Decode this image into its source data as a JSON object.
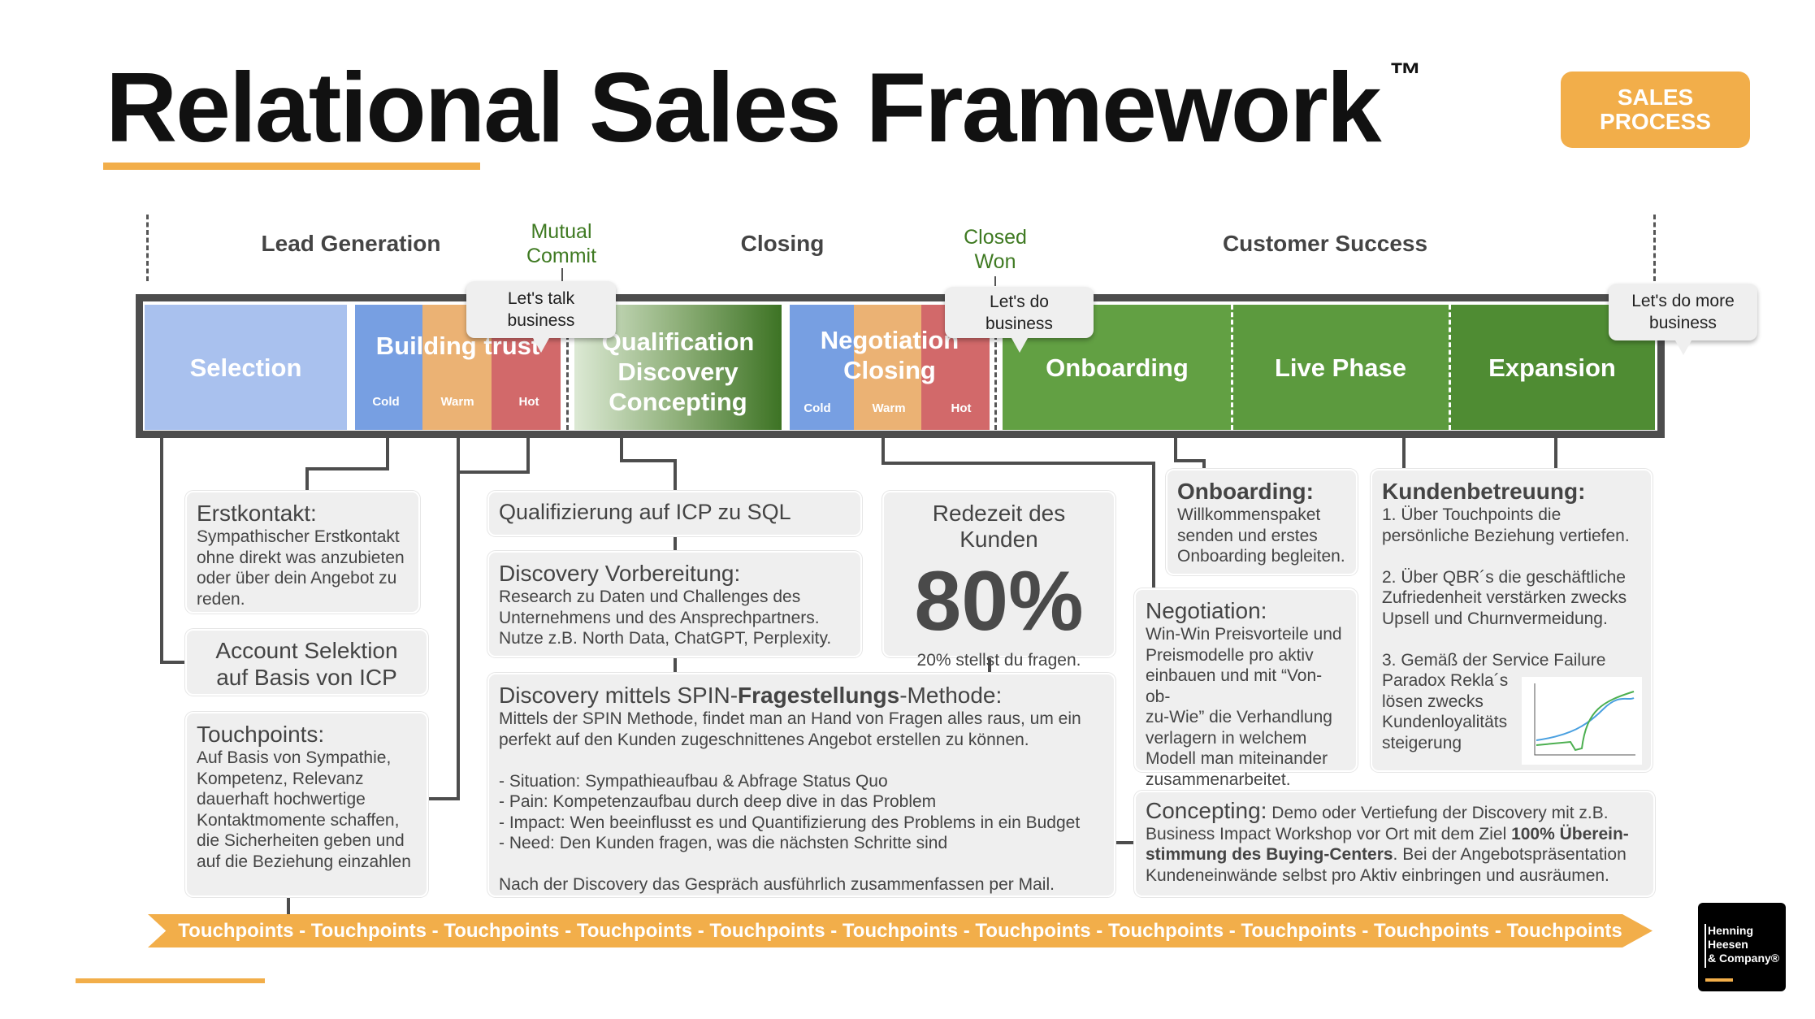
{
  "title": "Relational Sales Framework",
  "trademark": "™",
  "badge": "SALES\nPROCESS",
  "phases": {
    "lead": "Lead Generation",
    "closing": "Closing",
    "success": "Customer Success"
  },
  "milestones": {
    "mutual": "Mutual\nCommit",
    "won": "Closed\nWon"
  },
  "stages": {
    "selection": "Selection",
    "building": "Building trust",
    "qualification": "Qualification\nDiscovery\nConcepting",
    "negotiation": "Negotiation\nClosing",
    "onboarding": "Onboarding",
    "live": "Live Phase",
    "expansion": "Expansion"
  },
  "temps": {
    "cold": "Cold",
    "warm": "Warm",
    "hot": "Hot"
  },
  "bubbles": {
    "talk": "Let's talk\nbusiness",
    "do": "Let's do\nbusiness",
    "more": "Let's do more\nbusiness"
  },
  "boxes": {
    "erstkontakt": {
      "title": "Erstkontakt:",
      "text": "Sympathischer Erstkontakt\nohne direkt was anzubieten\noder über dein Angebot zu\nreden."
    },
    "account": "Account Selektion\nauf Basis von ICP",
    "touchpoints": {
      "title": "Touchpoints:",
      "text": "Auf Basis von Sympathie,\nKompetenz, Relevanz\ndauerhaft hochwertige\nKontaktmomente schaffen,\ndie Sicherheiten geben und\nauf die Beziehung einzahlen"
    },
    "qualifizierung": "Qualifizierung auf ICP zu SQL",
    "vorbereitung": {
      "title": "Discovery Vorbereitung:",
      "text": "Research zu Daten und Challenges des\nUnternehmens und des Ansprechpartners.\nNutze z.B. North Data, ChatGPT, Perplexity."
    },
    "redezeit": {
      "title": "Redezeit des Kunden",
      "value": "80%",
      "text": "20% stellst du fragen."
    },
    "spin": {
      "title_a": "Discovery mittels SPIN-",
      "title_b": "Fragestellungs",
      "title_c": "-Methode:",
      "text": "Mittels der SPIN Methode, findet man an Hand von Fragen alles raus, um ein\nperfekt auf den Kunden zugeschnittenes Angebot erstellen zu können.\n\n- Situation: Sympathieaufbau & Abfrage Status Quo\n- Pain: Kompetenzaufbau durch deep dive in das Problem\n- Impact: Wen beeinflusst es und Quantifizierung des Problems in ein Budget\n- Need: Den Kunden fragen, was die nächsten Schritte sind\n\nNach der Discovery das Gespräch ausführlich zusammenfassen per Mail."
    },
    "onboarding": {
      "title": "Onboarding:",
      "text": "Willkommenspaket\nsenden und erstes\nOnboarding begleiten."
    },
    "negotiation": {
      "title": "Negotiation:",
      "text": "Win-Win Preisvorteile und\nPreismodelle pro aktiv\neinbauen und mit “Von-ob-\nzu-Wie” die Verhandlung\nverlagern in welchem\nModell man miteinander\nzusammenarbeitet."
    },
    "kunden": {
      "title": "Kundenbetreuung:",
      "text": "1. Über Touchpoints die\npersönliche Beziehung vertiefen.\n\n2. Über QBR´s die geschäftliche\nZufriedenheit verstärken zwecks\nUpsell und Churnvermeidung.\n\n3. Gemäß der Service Failure\nParadox Rekla´s\nlösen zwecks\nKundenloyalitäts\nsteigerung"
    },
    "concepting": {
      "title": "Concepting:",
      "text_a": " Demo oder Vertiefung der Discovery mit z.B.\nBusiness Impact Workshop vor Ort mit dem Ziel ",
      "bold": "100% Überein-\nstimmung des Buying-Centers",
      "text_b": ". Bei der Angebotspräsentation\nKundeneinwände selbst pro Aktiv einbringen und ausräumen."
    }
  },
  "banner": "Touchpoints - Touchpoints - Touchpoints - Touchpoints - Touchpoints - Touchpoints - Touchpoints - Touchpoints - Touchpoints - Touchpoints - Touchpoints",
  "logo": "Henning\nHeesen\n& Company®",
  "colors": {
    "orange": "#f2ae4a",
    "cold": "#779fe2",
    "warm": "#ebb274",
    "hot": "#d2696a",
    "green": "#6aa84f",
    "selection": "#a9c1ee"
  }
}
